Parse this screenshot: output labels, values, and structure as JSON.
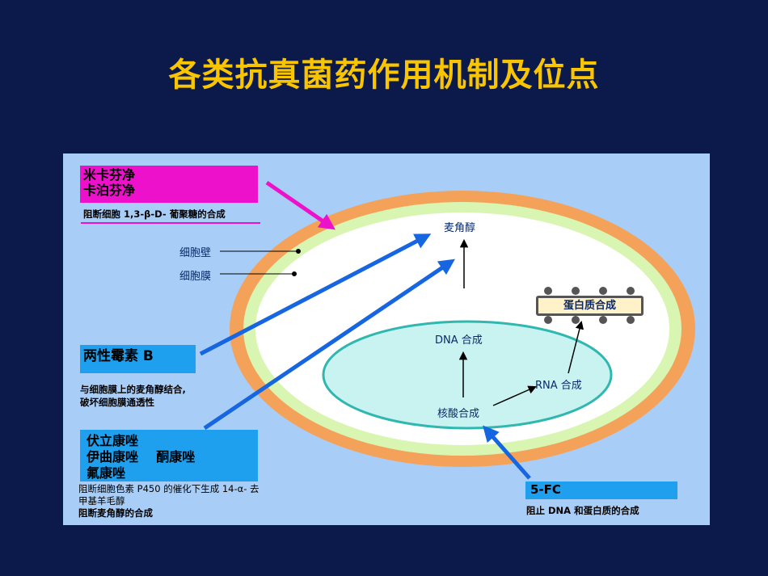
{
  "title": "各类抗真菌药作用机制及位点",
  "drug_groups": {
    "echinocandins": {
      "name_line1": "米卡芬净",
      "name_line2": "卡泊芬净",
      "mechanism": "阻断细胞 1,3-β-D- 葡聚糖的合成",
      "color": "#ee11cc"
    },
    "amphotericin": {
      "name": "两性霉素 B",
      "mechanism_line1": "与细胞膜上的麦角醇结合,",
      "mechanism_line2": "破坏细胞膜通透性",
      "color": "#1ea0ef"
    },
    "azoles": {
      "name_line1": "伏立康唑",
      "name_line2": "伊曲康唑    酮康唑",
      "name_line3": "氟康唑",
      "mechanism_line1": "阻断细胞色素 P450 的催化下生成 14-α- 去",
      "mechanism_line2": "甲基羊毛醇",
      "mechanism_line3": "阻断麦角醇的合成"
    },
    "flucytosine": {
      "name": "5-FC",
      "mechanism": "阻止 DNA 和蛋白质的合成"
    }
  },
  "cell": {
    "cell_wall_label": "细胞壁",
    "cell_membrane_label": "细胞膜",
    "ergosterol_label": "麦角醇",
    "protein_label": "蛋白质合成",
    "dna_label": "DNA 合成",
    "rna_label": "RNA 合成",
    "nucleic_label": "核酸合成",
    "wall_color": "#f4a25a",
    "membrane_color": "#d8f5b2",
    "nucleus_color": "#c9f3f0"
  }
}
